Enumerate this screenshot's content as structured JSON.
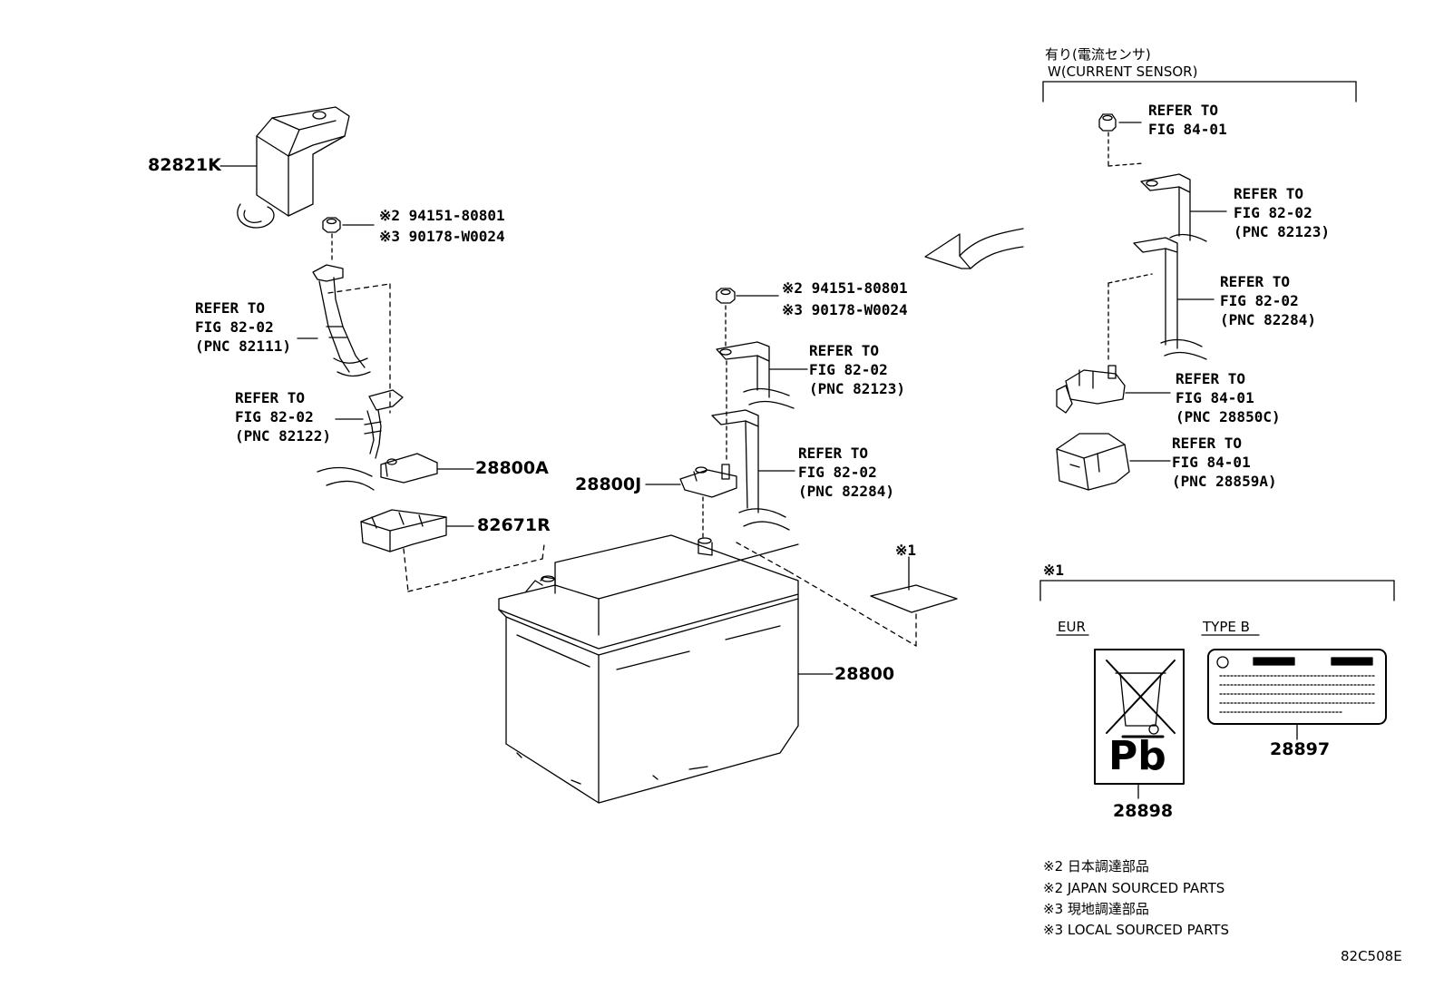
{
  "current_sensor_header": {
    "line1": "有り(電流センサ)",
    "line2": "W(CURRENT SENSOR)"
  },
  "parts": {
    "cover": "82821K",
    "terminal_a": "28800A",
    "clamp": "82671R",
    "terminal_j": "28800J",
    "battery": "28800",
    "label_type_b": "28897",
    "label_eur": "28898"
  },
  "nut_left": {
    "line1": "※2 94151-80801",
    "line2": "※3 90178-W0024"
  },
  "nut_center": {
    "line1": "※2 94151-80801",
    "line2": "※3 90178-W0024"
  },
  "refs": {
    "left_82111": {
      "l1": "REFER TO",
      "l2": "FIG 82-02",
      "l3": "(PNC 82111)"
    },
    "left_82122": {
      "l1": "REFER TO",
      "l2": "FIG 82-02",
      "l3": "(PNC 82122)"
    },
    "center_82123": {
      "l1": "REFER TO",
      "l2": "FIG 82-02",
      "l3": "(PNC 82123)"
    },
    "center_82284": {
      "l1": "REFER TO",
      "l2": "FIG 82-02",
      "l3": "(PNC 82284)"
    },
    "right_nut": {
      "l1": "REFER TO",
      "l2": "FIG 84-01"
    },
    "right_82123": {
      "l1": "REFER TO",
      "l2": "FIG 82-02",
      "l3": "(PNC 82123)"
    },
    "right_82284": {
      "l1": "REFER TO",
      "l2": "FIG 82-02",
      "l3": "(PNC 82284)"
    },
    "right_28850C": {
      "l1": "REFER TO",
      "l2": "FIG 84-01",
      "l3": "(PNC 28850C)"
    },
    "right_28859A": {
      "l1": "REFER TO",
      "l2": "FIG 84-01",
      "l3": "(PNC 28859A)"
    }
  },
  "markers": {
    "note1_label": "※1",
    "note1_section": "※1"
  },
  "labels_section": {
    "eur": "EUR",
    "type_b": "TYPE B",
    "pb": "Pb"
  },
  "footnotes": [
    "※2 日本調達部品",
    "※2 JAPAN SOURCED PARTS",
    "※3 現地調達部品",
    "※3 LOCAL SOURCED PARTS"
  ],
  "figure_code": "82C508E"
}
